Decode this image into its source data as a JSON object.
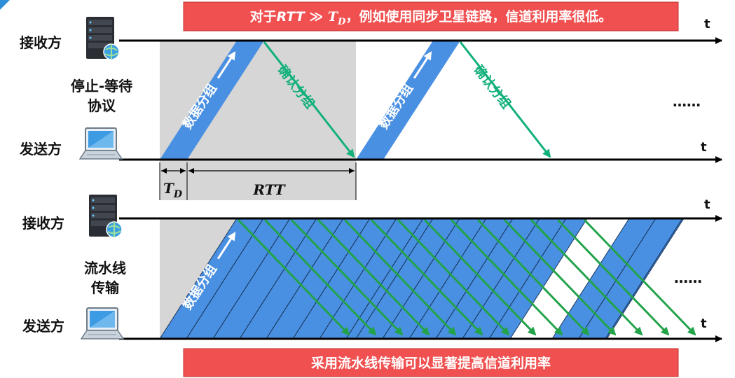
{
  "top_banner": {
    "prefix": "对于",
    "rtt": "RTT",
    "op": " ≫ ",
    "t": "T",
    "d": "D",
    "suffix": "，例如使用同步卫星链路，信道利用率很低。"
  },
  "bottom_banner": "采用流水线传输可以显著提高信道利用率",
  "stop_wait": {
    "receiver_label": "接收方",
    "sender_label": "发送方",
    "protocol_label_line1": "停止-等待",
    "protocol_label_line2": "协议",
    "data_packet_label": "数据分组",
    "ack_label": "确认分组",
    "ellipsis": "……",
    "td_label_t": "T",
    "td_label_d": "D",
    "rtt_label": "RTT",
    "axis_label": "t"
  },
  "pipeline": {
    "receiver_label": "接收方",
    "sender_label": "发送方",
    "protocol_label_line1": "流水线",
    "protocol_label_line2": "传输",
    "data_packet_label": "数据分组",
    "ellipsis": "……",
    "axis_label": "t"
  },
  "colors": {
    "banner_red": "#f05050",
    "data_blue": "#4a90e2",
    "ack_green": "#12b07a",
    "shade_gray": "#d6d6d6",
    "line_black": "#000000"
  },
  "icons": [
    "server-icon",
    "laptop-icon"
  ]
}
